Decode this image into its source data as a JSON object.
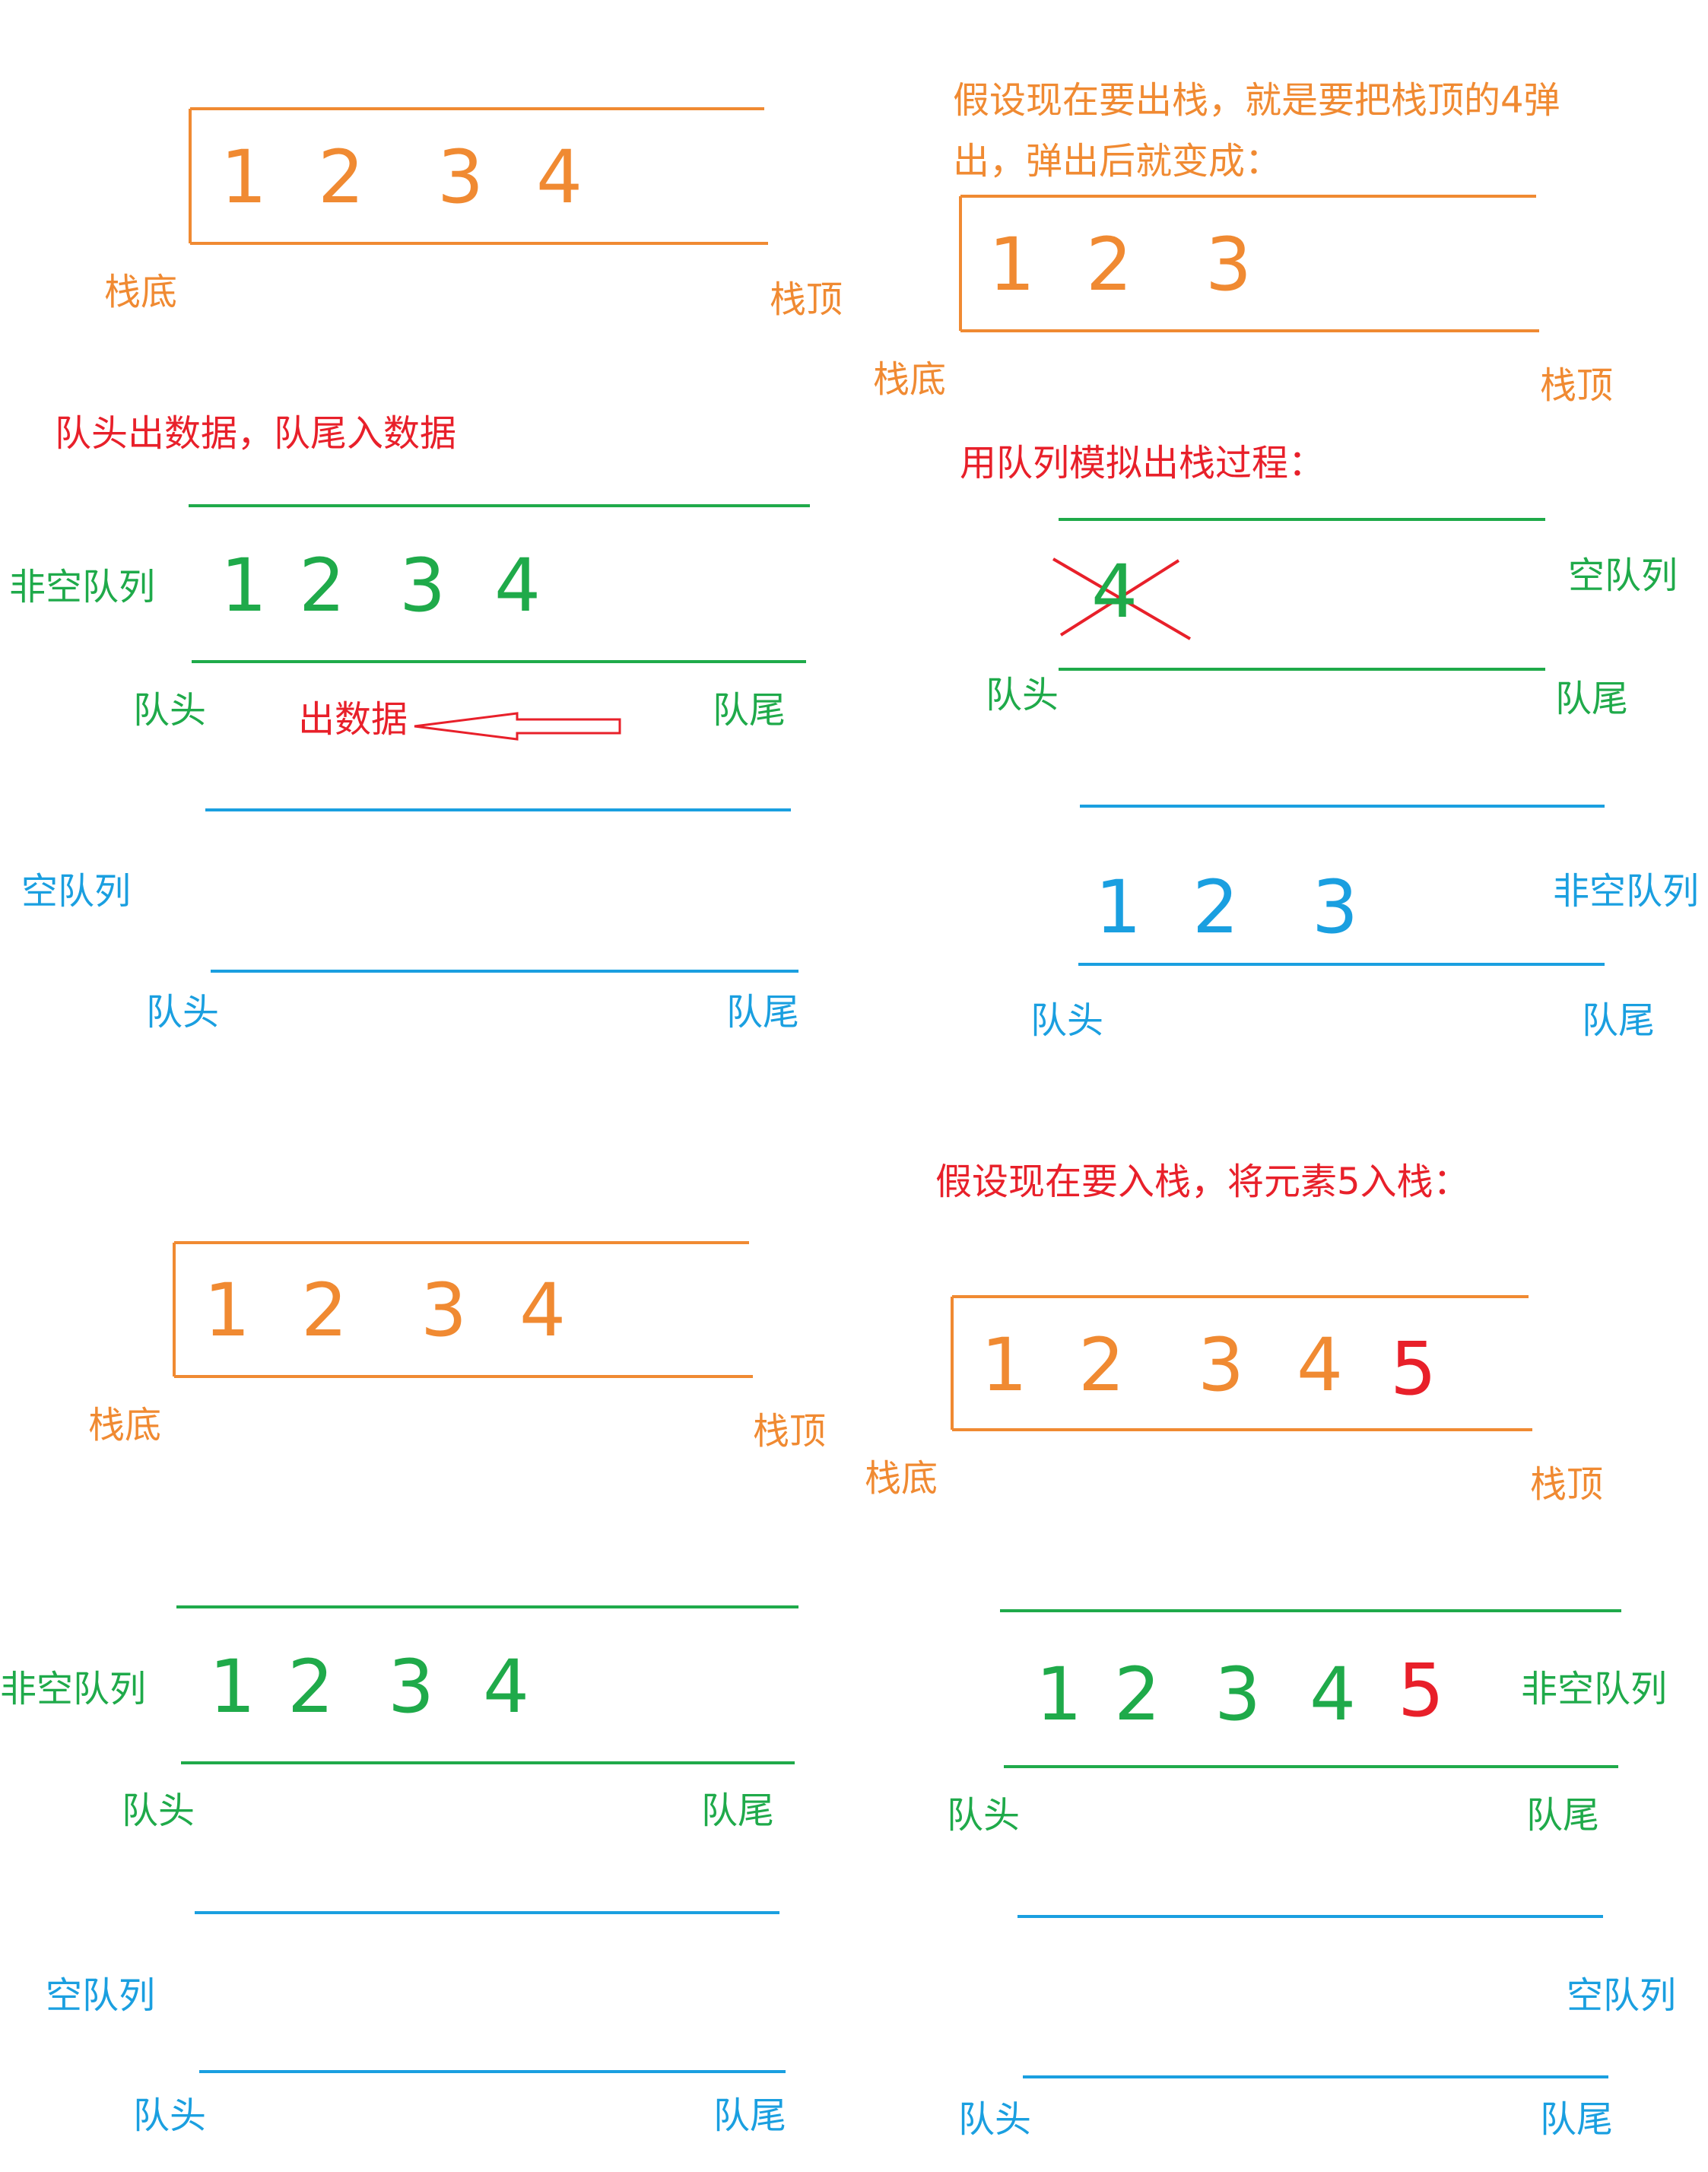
{
  "colors": {
    "orange": "#f08a32",
    "red": "#e8202a",
    "green": "#1faa4a",
    "blue": "#1a9fe0"
  },
  "labels": {
    "stack_bottom": "栈底",
    "stack_top": "栈顶",
    "queue_head": "队头",
    "queue_tail": "队尾",
    "nonempty_queue": "非空队列",
    "empty_queue": "空队列",
    "dequeue_data": "出数据"
  },
  "notes": {
    "pop_line1": "假设现在要出栈，就是要把栈顶的4弹",
    "pop_line2": "出，弹出后就变成：",
    "queue_rule": "队头出数据，队尾入数据",
    "simulate_pop": "用队列模拟出栈过程：",
    "push": "假设现在要入栈，将元素5入栈："
  },
  "stack_a": [
    "1",
    "2",
    "3",
    "4"
  ],
  "stack_b": [
    "1",
    "2",
    "3"
  ],
  "queue_a": [
    "1",
    "2",
    "3",
    "4"
  ],
  "queue_crossed": [
    "4"
  ],
  "queue_moved": [
    "1",
    "2",
    "3"
  ],
  "stack_c": [
    "1",
    "2",
    "3",
    "4"
  ],
  "stack_d": [
    "1",
    "2",
    "3",
    "4",
    "5"
  ],
  "queue_c": [
    "1",
    "2",
    "3",
    "4"
  ],
  "queue_d": [
    "1",
    "2",
    "3",
    "4",
    "5"
  ]
}
